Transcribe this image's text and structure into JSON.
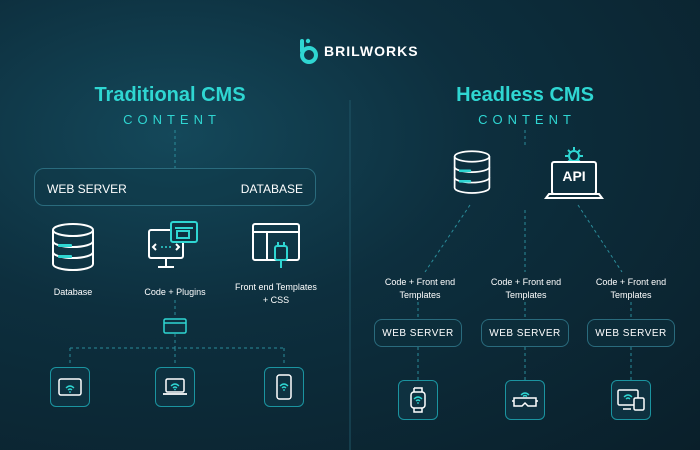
{
  "brand": {
    "name": "BRILWORKS"
  },
  "traditional": {
    "title": "Traditional CMS",
    "subtitle": "CONTENT",
    "box_left": "WEB SERVER",
    "box_right": "DATABASE",
    "icons": [
      {
        "label": "Database",
        "icon": "database-icon"
      },
      {
        "label": "Code + Plugins",
        "icon": "monitor-code-icon"
      },
      {
        "label": "Front end Templates + CSS",
        "icon": "browser-template-icon"
      }
    ],
    "devices": [
      "tablet-wifi-icon",
      "laptop-wifi-icon",
      "phone-wifi-icon"
    ]
  },
  "headless": {
    "title": "Headless CMS",
    "subtitle": "CONTENT",
    "api_label": "API",
    "columns": [
      {
        "code_label": "Code + Front end Templates",
        "server": "WEB SERVER",
        "device": "smartwatch-icon"
      },
      {
        "code_label": "Code + Front end Templates",
        "server": "WEB SERVER",
        "device": "vr-headset-icon"
      },
      {
        "code_label": "Code + Front end Templates",
        "server": "WEB SERVER",
        "device": "desktop-wifi-icon"
      }
    ]
  },
  "colors": {
    "accent": "#2fd6d2",
    "line": "#2a8c9a",
    "background": "#0d2f3e"
  }
}
